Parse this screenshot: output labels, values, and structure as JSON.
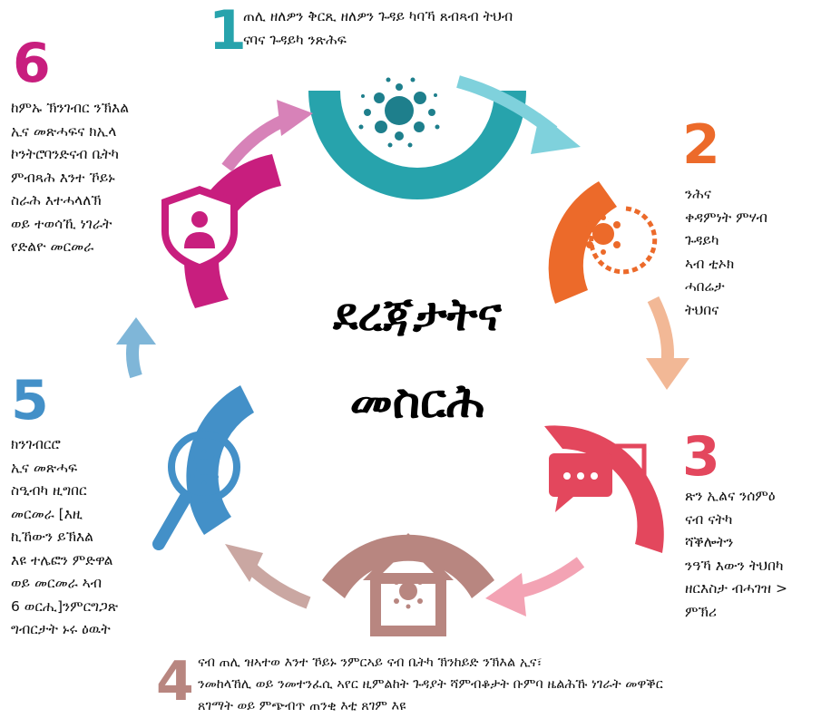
{
  "center": {
    "line1": "ደረጃታትና",
    "line2": "መስርሕ"
  },
  "steps": [
    {
      "number": "1",
      "color": "#27a3ac",
      "arrow_color": "#7fd1dc",
      "icon": "virus-icon",
      "text": "ጠሊ ዘለዎን ቅርጺ ዘለዎን ጉዳይ ካባኻ ጸብጻብ ትህብ\nናባና ጉዳይካ ንጽሕፍ"
    },
    {
      "number": "2",
      "color": "#ec6a2a",
      "arrow_color": "#f2b896",
      "icon": "virus-refresh-icon",
      "text": "ንሕና\nቀዳምነት ምሃብ\nጉዳይካ\nኣብ ቲኦክ\nሓበሬታ\nትህበና"
    },
    {
      "number": "3",
      "color": "#e3475d",
      "arrow_color": "#f3a3b4",
      "icon": "chat-bubbles-icon",
      "text": "ጽን ኢልና ንሰምዕ\nናብ ናትካ\nሻቕሎትን\nንዓኻ እውን ትህበካ\nዘርእስታ ብሓገዝ >\nምኽሪ"
    },
    {
      "number": "4",
      "color": "#b88680",
      "arrow_color": "#caa7a2",
      "icon": "house-virus-icon",
      "text": "ናብ ጠሊ ዝኣተወ እንተ ኾይኑ ንምርኣይ ናብ ቤትካ ኽንከይድ ንኽእል ኢና፣\nንመከላኸሊ ወይ ንመተንፈሲ ኣየር ዚምልከት ጉዳያት ሻምብቆታት ቡምባ ዜልሕኹ ነገራት መዋቕር\nጸገማት ወይ ምጭብጥ ጠንቂ እቲ ጸገም እዩ"
    },
    {
      "number": "5",
      "color": "#4390c8",
      "arrow_color": "#7fb6d8",
      "icon": "magnifier-virus-icon",
      "text": "ክንገብርሮ\nኢና መጽሓፍ\nስዒብካ ዚግበር\nመርመራ [እዚ\nኪኸውን ይኽእል\nእዩ ተሌፎን ምድዋል\nወይ መርመራ ኣብ\n6 ወርሒ]ንምርግጋጽ\nግብርታት ኑሩ ዕዉት"
    },
    {
      "number": "6",
      "color": "#c81e7e",
      "arrow_color": "#d782b8",
      "icon": "shield-person-icon",
      "text": "ከምኡ ኽንገብር ንኽእል\nኢና መጽሓፍና ክኢላ\nኮንትሮባንድናብ ቤትካ\nምብጻሕ እንተ ኾይኑ\nስራሕ እተሓላለኽ\nወይ ተወሳኺ ነገራት\nየድልዮ መርመራ"
    }
  ]
}
